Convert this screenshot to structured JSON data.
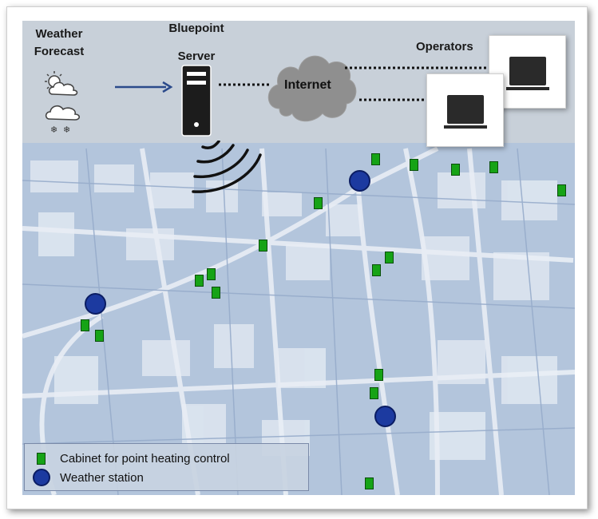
{
  "diagram": {
    "weather_forecast_label_line1": "Weather",
    "weather_forecast_label_line2": "Forecast",
    "server_label_line1": "Bluepoint",
    "server_label_line2": "Server",
    "internet_label": "Internet",
    "operators_label": "Operators"
  },
  "legend": {
    "cabinet_label": "Cabinet for point heating control",
    "station_label": "Weather station"
  },
  "colors": {
    "cabinet": "#16a316",
    "station": "#1c3aa0",
    "map_tint": "#b8c9de",
    "arrow": "#2b4a8b"
  },
  "icons": [
    "sun-cloud-icon",
    "snow-cloud-icon",
    "server-icon",
    "cloud-icon",
    "monitor-icon",
    "wireless-signal-icon"
  ]
}
